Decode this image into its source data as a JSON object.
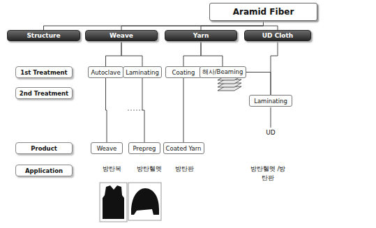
{
  "diagram": {
    "nodes": [
      {
        "text": [
          "Aramid Fiber"
        ]
      },
      {
        "text": [
          "Structure"
        ]
      },
      {
        "text": [
          "Weave"
        ]
      },
      {
        "text": [
          "Yarn"
        ]
      },
      {
        "text": [
          "UD Cloth"
        ]
      },
      {
        "text": [
          "1st Treatment"
        ]
      },
      {
        "text": [
          "2nd Treatment"
        ]
      },
      {
        "text": [
          "Product"
        ]
      },
      {
        "text": [
          "Application"
        ]
      },
      {
        "text": [
          "Autoclave"
        ]
      },
      {
        "text": [
          "Laminating"
        ]
      },
      {
        "text": [
          "Coating"
        ]
      },
      {
        "text": [
          "해사/Beaming"
        ]
      },
      {
        "text": [
          "Laminating"
        ]
      },
      {
        "text": [
          "Weave"
        ]
      },
      {
        "text": [
          "Prepreg"
        ]
      },
      {
        "text": [
          "Coated Yarn"
        ]
      }
    ],
    "edges": [
      {
        "from": 0,
        "to": 1,
        "arrow": "none"
      },
      {
        "from": 0,
        "to": 2,
        "arrow": "none"
      },
      {
        "from": 0,
        "to": 3,
        "arrow": "none"
      },
      {
        "from": 0,
        "to": 4,
        "arrow": "none"
      },
      {
        "from": 2,
        "to": 9,
        "arrow": "none"
      },
      {
        "from": 2,
        "to": 10,
        "arrow": "none"
      },
      {
        "from": 3,
        "to": 11,
        "arrow": "none"
      },
      {
        "from": 3,
        "to": 12,
        "arrow": "none"
      },
      {
        "from": 4,
        "to": 13,
        "arrow": "none"
      },
      {
        "from": 9,
        "to": 14,
        "arrow": "none"
      },
      {
        "from": 10,
        "to": 15,
        "arrow": "none"
      },
      {
        "from": 11,
        "to": 16,
        "arrow": "none"
      },
      {
        "from": 12,
        "to": 13,
        "arrow": "none"
      }
    ],
    "labels": [
      "UD",
      "방탄복",
      "방탄헬멧",
      "방탄판",
      "방탄헬멧 /방탄판"
    ]
  }
}
